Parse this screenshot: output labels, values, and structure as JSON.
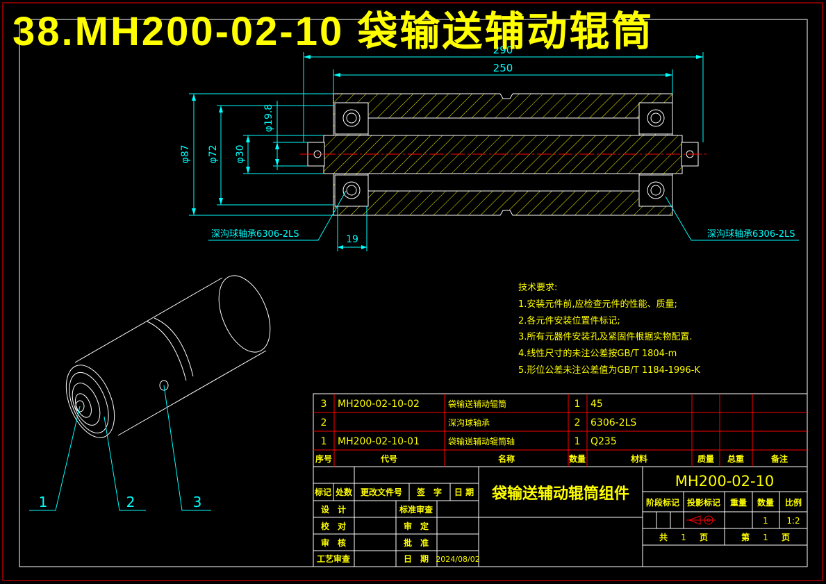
{
  "title": "38.MH200-02-10 袋输送辅动辊筒",
  "dims": {
    "overall": "290",
    "length": "250",
    "bearing_w": "19",
    "d87": "φ87",
    "d72": "φ72",
    "d30": "φ30",
    "d19_8": "φ19.8"
  },
  "callouts": {
    "bearing_left": "深沟球轴承6306-2LS",
    "bearing_right": "深沟球轴承6306-2LS"
  },
  "balloons": [
    "1",
    "2",
    "3"
  ],
  "tech": {
    "heading": "技术要求:",
    "lines": [
      "1.安装元件前,应检查元件的性能、质量;",
      "2.各元件安装位置件标记;",
      "3.所有元器件安装孔及紧固件根据实物配置.",
      "4.线性尺寸的未注公差按GB/T 1804-m",
      "5.形位公差未注公差值为GB/T 1184-1996-K"
    ]
  },
  "bom": {
    "rows": [
      {
        "no": "3",
        "code": "MH200-02-10-02",
        "name": "袋输送辅动辊筒",
        "qty": "1",
        "material": "45"
      },
      {
        "no": "2",
        "code": "",
        "name": "深沟球轴承",
        "qty": "2",
        "material": "6306-2LS"
      },
      {
        "no": "1",
        "code": "MH200-02-10-01",
        "name": "袋输送辅动辊筒轴",
        "qty": "1",
        "material": "Q235"
      }
    ],
    "header": {
      "no": "序号",
      "code": "代号",
      "name": "名称",
      "qty": "数量",
      "material": "材料",
      "unit_w": "质量",
      "total_w": "总重",
      "remark": "备注"
    }
  },
  "titleblock": {
    "rev_labels": [
      "标记",
      "处数",
      "更改文件号",
      "签　字",
      "日 期"
    ],
    "roles": [
      {
        "a": "设　计",
        "b": "标准审查"
      },
      {
        "a": "校　对",
        "b": "审　定"
      },
      {
        "a": "审　核",
        "b": "批　准"
      },
      {
        "a": "工艺审查",
        "b": "日　期"
      }
    ],
    "date": "2024/08/02",
    "assembly_name": "袋输送辅动辊筒组件",
    "drawing_no": "MH200-02-10",
    "stage_headers": [
      "阶段标记",
      "投影标记",
      "重量",
      "数量",
      "比例"
    ],
    "qty": "1",
    "scale": "1:2",
    "total_label": "共",
    "total_pages": "1",
    "page_unit": "页",
    "sheet_label": "第",
    "sheet_no": "1"
  },
  "colors": {
    "frame": "#ffffff",
    "dim": "#00ffff",
    "text": "#ffff00",
    "table_line": "#ff0000",
    "center": "#ff0000",
    "title": "#ffff00"
  }
}
